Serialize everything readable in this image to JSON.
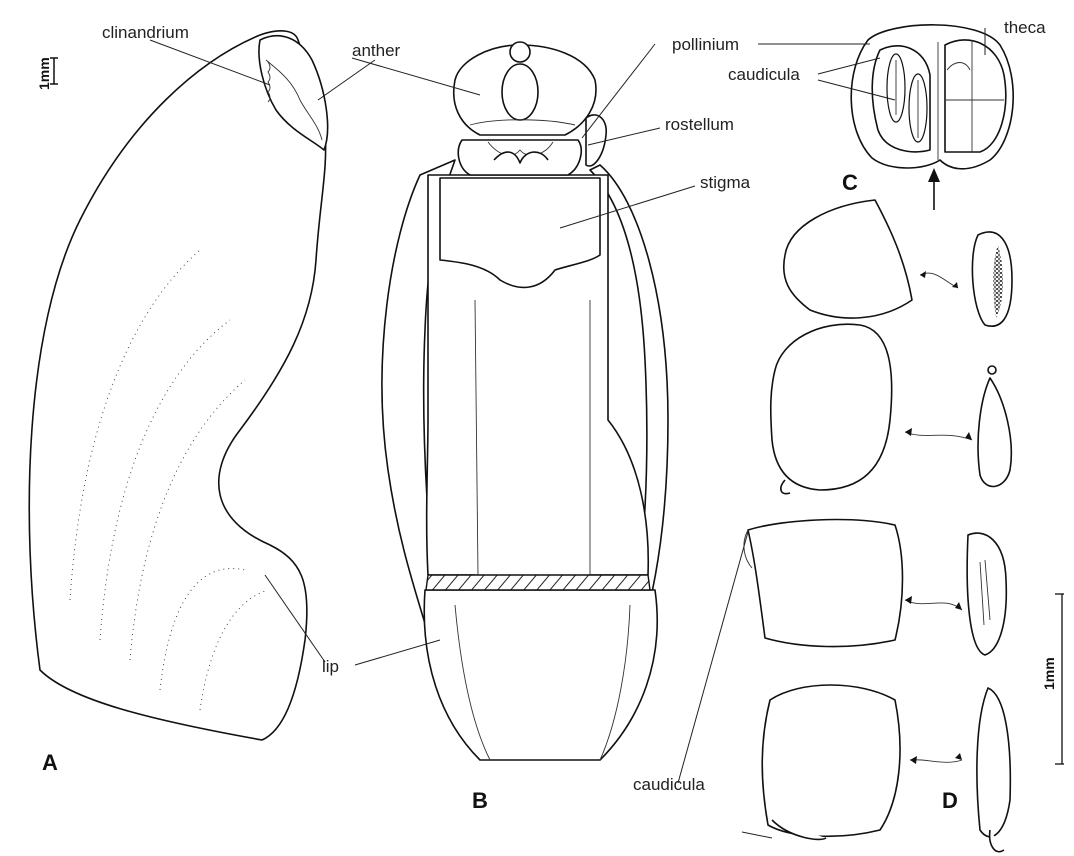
{
  "labels": {
    "clinandrium": "clinandrium",
    "anther": "anther",
    "pollinium": "pollinium",
    "theca": "theca",
    "caudicula_top": "caudicula",
    "rostellum": "rostellum",
    "stigma": "stigma",
    "lip": "lip",
    "caudicula_bottom": "caudicula"
  },
  "panels": {
    "a": "A",
    "b": "B",
    "c": "C",
    "d": "D"
  },
  "scales": {
    "top": "1mm",
    "right": "1mm"
  }
}
